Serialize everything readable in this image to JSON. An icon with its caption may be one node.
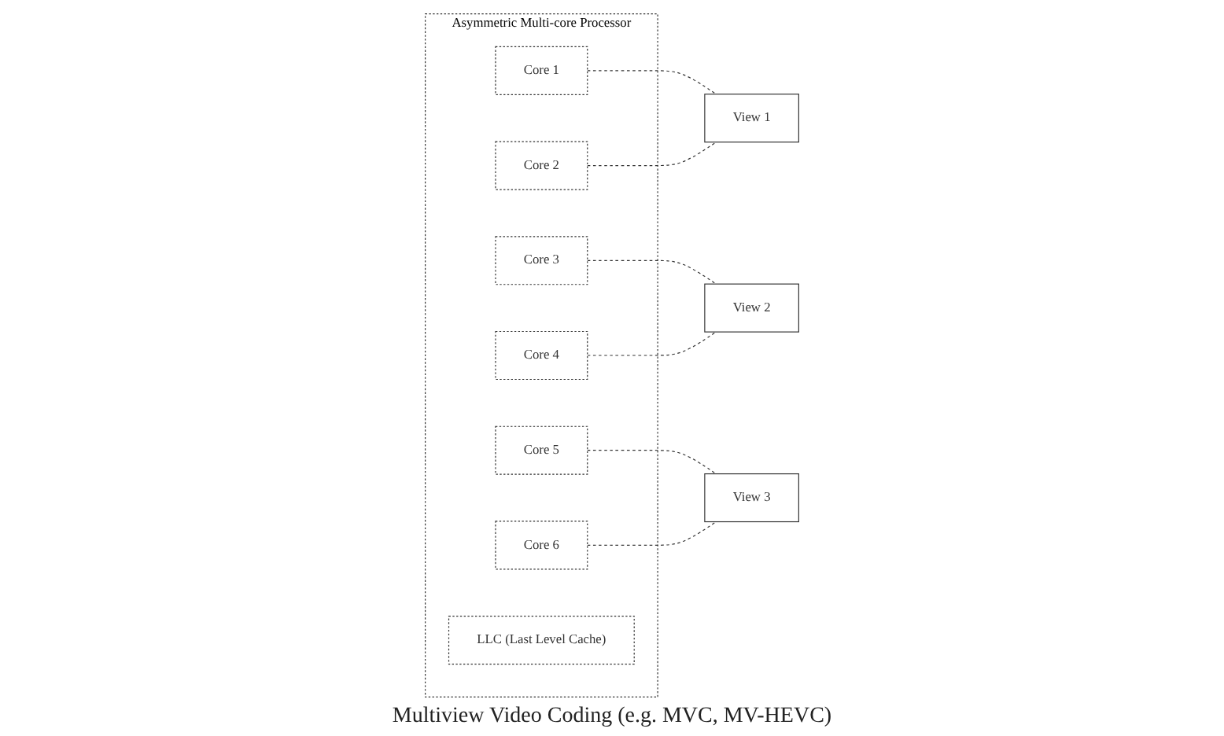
{
  "diagram": {
    "nodes": [
      {
        "text": [
          "Asymmetric Multi-core Processor"
        ]
      },
      {
        "text": [
          "Core 1"
        ],
        "in": 0
      },
      {
        "text": [
          "Core 3"
        ],
        "in": 0
      },
      {
        "text": [
          "Core 4"
        ],
        "in": 0
      },
      {
        "text": [
          "Core 2"
        ],
        "in": 0
      },
      {
        "text": [
          "Core 5"
        ],
        "in": 0
      },
      {
        "text": [
          "Core 6"
        ],
        "in": 0
      },
      {
        "text": [
          "LLC (Last Level Cache)"
        ],
        "in": 0
      },
      {
        "text": [
          "View 1"
        ]
      },
      {
        "text": [
          "View 2"
        ]
      },
      {
        "text": [
          "View 3"
        ]
      }
    ],
    "edges": [
      {
        "from": 1,
        "to": 8,
        "arrow": "none",
        "style": "dashed"
      },
      {
        "from": 2,
        "to": 9,
        "arrow": "none",
        "style": "dashed"
      },
      {
        "from": 3,
        "to": 9,
        "arrow": "none",
        "style": "dashed"
      },
      {
        "from": 4,
        "to": 8,
        "arrow": "none",
        "style": "dashed"
      },
      {
        "from": 5,
        "to": 10,
        "arrow": "none",
        "style": "dashed"
      },
      {
        "from": 6,
        "to": 10,
        "arrow": "none",
        "style": "dashed"
      }
    ],
    "labels": [
      "Multiview Video Coding (e.g. MVC, MV-HEVC)"
    ]
  }
}
